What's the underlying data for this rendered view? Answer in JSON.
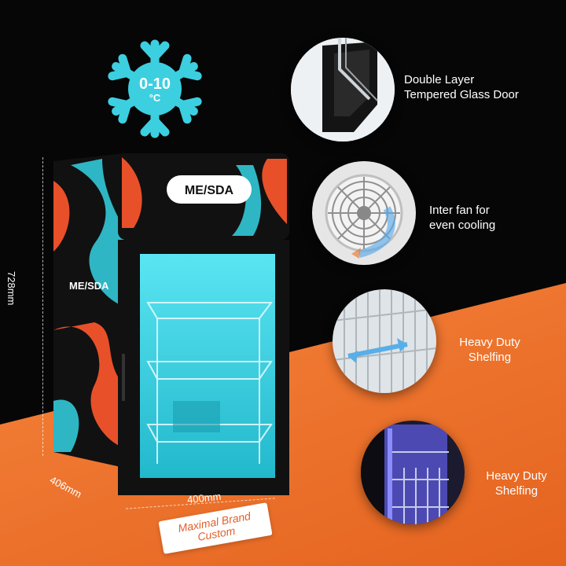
{
  "temperature": {
    "range": "0-10",
    "unit": "°C"
  },
  "brand": {
    "logo_text": "ME/SDA"
  },
  "dimensions": {
    "height": "728mm",
    "depth": "406mm",
    "width": "400mm"
  },
  "badge": {
    "line1": "Maximal Brand",
    "line2": "Custom"
  },
  "features": [
    {
      "line1": "Double Layer",
      "line2": "Tempered Glass Door"
    },
    {
      "line1": "Inter fan for",
      "line2": "even cooling"
    },
    {
      "line1": "Heavy Duty",
      "line2": "Shelfing"
    },
    {
      "line1": "Heavy Duty",
      "line2": "Shelfing"
    }
  ],
  "colors": {
    "background_dark": "#060606",
    "background_orange": "#ef7330",
    "snowflake": "#3ccfe0",
    "glass_cyan": "#39d6e6",
    "wrap_orange": "#e8502a",
    "wrap_teal": "#2fb6c4"
  }
}
